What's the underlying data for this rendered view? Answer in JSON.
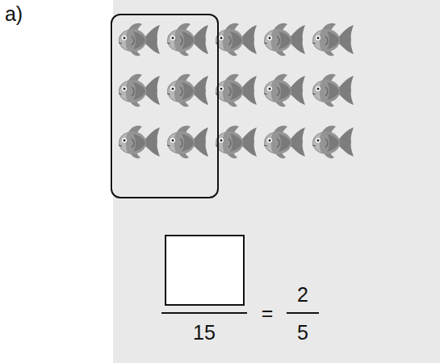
{
  "diagram": {
    "labels": [
      "a)",
      "15",
      "=",
      "2",
      "5"
    ]
  }
}
